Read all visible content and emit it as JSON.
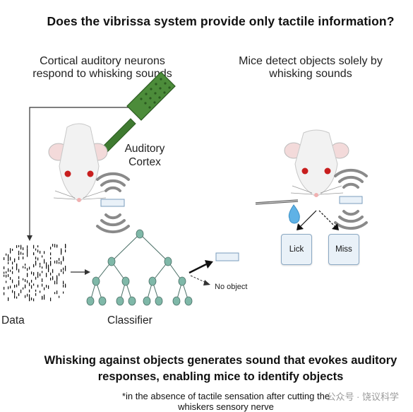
{
  "title": "Does the vibrissa system provide only tactile information?",
  "left_panel": {
    "heading_line1": "Cortical auditory neurons",
    "heading_line2": "respond to whisking sounds",
    "auditory_label_line1": "Auditory",
    "auditory_label_line2": "Cortex"
  },
  "right_panel": {
    "heading_line1": "Mice detect objects solely by",
    "heading_line2": "whisking sounds",
    "lick_label": "Lick",
    "miss_label": "Miss"
  },
  "pipeline": {
    "data_label": "Data",
    "classifier_label": "Classifier",
    "no_object_label": "No object"
  },
  "conclusion": {
    "line1": "Whisking against objects generates sound that evokes auditory",
    "line2": "responses, enabling mice to identify objects"
  },
  "footnote": {
    "line1": "*in the absence of tactile sensation after cutting the",
    "line2": "whiskers sensory nerve"
  },
  "watermark": "公众号 · 饶议科学",
  "colors": {
    "electrode_green": "#4c8c3a",
    "node_teal": "#7fb8a8",
    "box_fill": "#e9f1f8",
    "sound_gray": "#8a8a8a"
  }
}
